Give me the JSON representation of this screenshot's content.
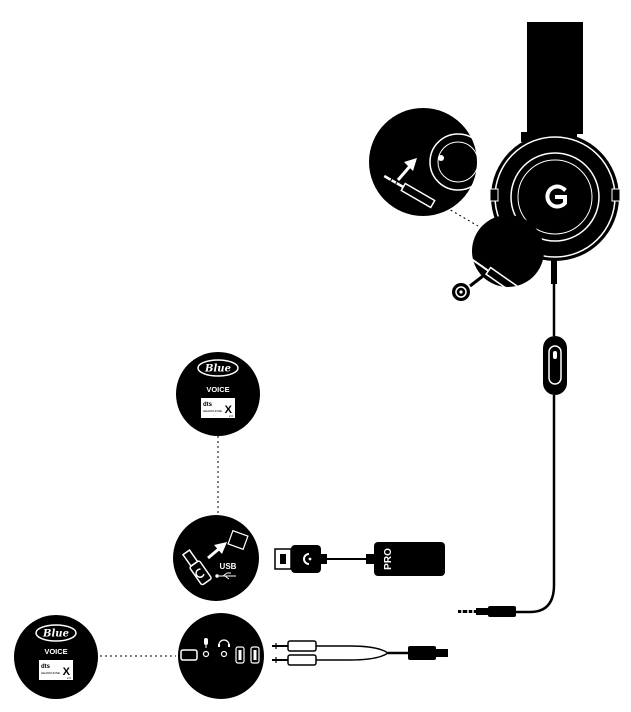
{
  "colors": {
    "ink": "#000000",
    "paper": "#ffffff",
    "g_logo": "#ffffff"
  },
  "labels": {
    "blue_logo": "Blue",
    "voice": "VOICE",
    "dts": "dts",
    "headphone": "HEADPHONE",
    "x_mark": "X",
    "x_version": "2.0",
    "usb": "USB",
    "pro": "PRO"
  },
  "icons": [
    "headset-icon",
    "logitech-g-icon",
    "mic-port-icon",
    "mute-switch-icon",
    "usb-plug-icon",
    "usb-trident-icon",
    "pc-splitter-icon",
    "audio-jack-icon",
    "microphone-icon",
    "headphone-icon",
    "arrow-icon"
  ]
}
